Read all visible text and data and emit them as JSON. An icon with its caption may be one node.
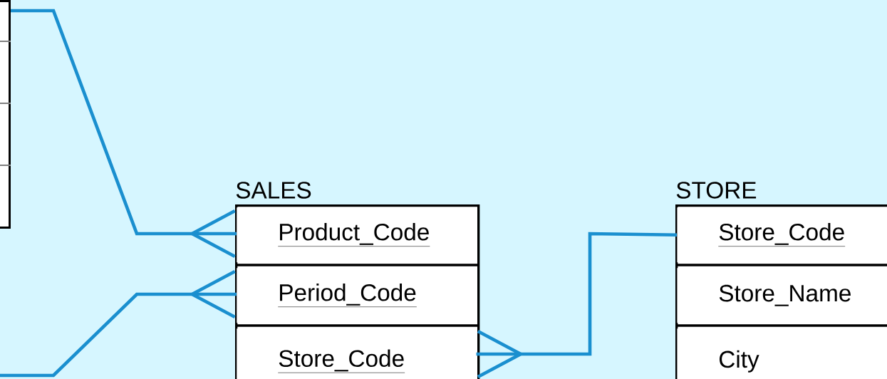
{
  "diagram": {
    "nodes": [
      {
        "text": [],
        "shape": "box"
      },
      {
        "text": [
          "SALES"
        ]
      },
      {
        "text": [
          "Product_Code"
        ],
        "in": 1
      },
      {
        "text": [
          "Period_Code"
        ],
        "in": 1
      },
      {
        "text": [
          "Store_Code"
        ],
        "in": 1
      },
      {
        "text": [
          "STORE"
        ]
      },
      {
        "text": [
          "Store_Code"
        ],
        "in": 5
      },
      {
        "text": [
          "Store_Name"
        ],
        "in": 5
      },
      {
        "text": [
          "City"
        ],
        "in": 5
      }
    ],
    "edges": [
      {
        "from": 0,
        "to": 2,
        "arrow": "other"
      },
      {
        "from": null,
        "to": 3,
        "arrow": "other"
      },
      {
        "from": 6,
        "to": 4,
        "arrow": "other"
      }
    ]
  }
}
